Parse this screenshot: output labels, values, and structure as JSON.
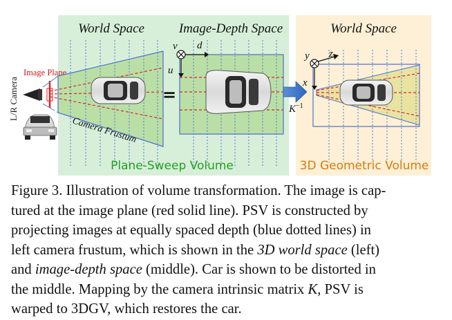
{
  "figure": {
    "headers": {
      "world_space_left": "World Space",
      "image_depth_space": "Image-Depth Space",
      "world_space_right": "World Space"
    },
    "labels": {
      "camera": "L/R Camera",
      "image_plane": "Image Plane",
      "camera_frustum": "Camera Frustum",
      "psv": "Plane-Sweep Volume",
      "tdgv": "3D Geometric Volume",
      "equals": "=",
      "k_inverse": "K",
      "k_exp": "−1"
    },
    "axes": {
      "mid_v": "v",
      "mid_d": "d",
      "mid_u": "u",
      "right_y": "y",
      "right_z": "z",
      "right_x": "x"
    },
    "colors": {
      "green_panel": "#d7efd9",
      "yellow_panel": "#fdf0d6",
      "volume_fill": "#b9dfa6",
      "blue_line": "#4a6fcf",
      "red_line": "#e02020",
      "psv_text": "#22a022",
      "tdgv_text": "#d97a0a"
    }
  },
  "caption": {
    "line1": "Figure 3. Illustration of volume transformation. The image is cap-",
    "line2": "tured at the image plane (red solid line).  PSV is constructed by",
    "line3": "projecting images at equally spaced depth (blue dotted lines) in",
    "line4a": "left camera frustum, which is shown in the ",
    "line4b": "3D world space",
    "line4c": " (left)",
    "line5a": "and ",
    "line5b": "image-depth space",
    "line5c": " (middle).  Car is shown to be distorted in",
    "line6a": "the middle.  Mapping by the camera intrinsic matrix ",
    "line6b": "K",
    "line6c": ", PSV is",
    "line7": "warped to 3DGV, which restores the car."
  }
}
